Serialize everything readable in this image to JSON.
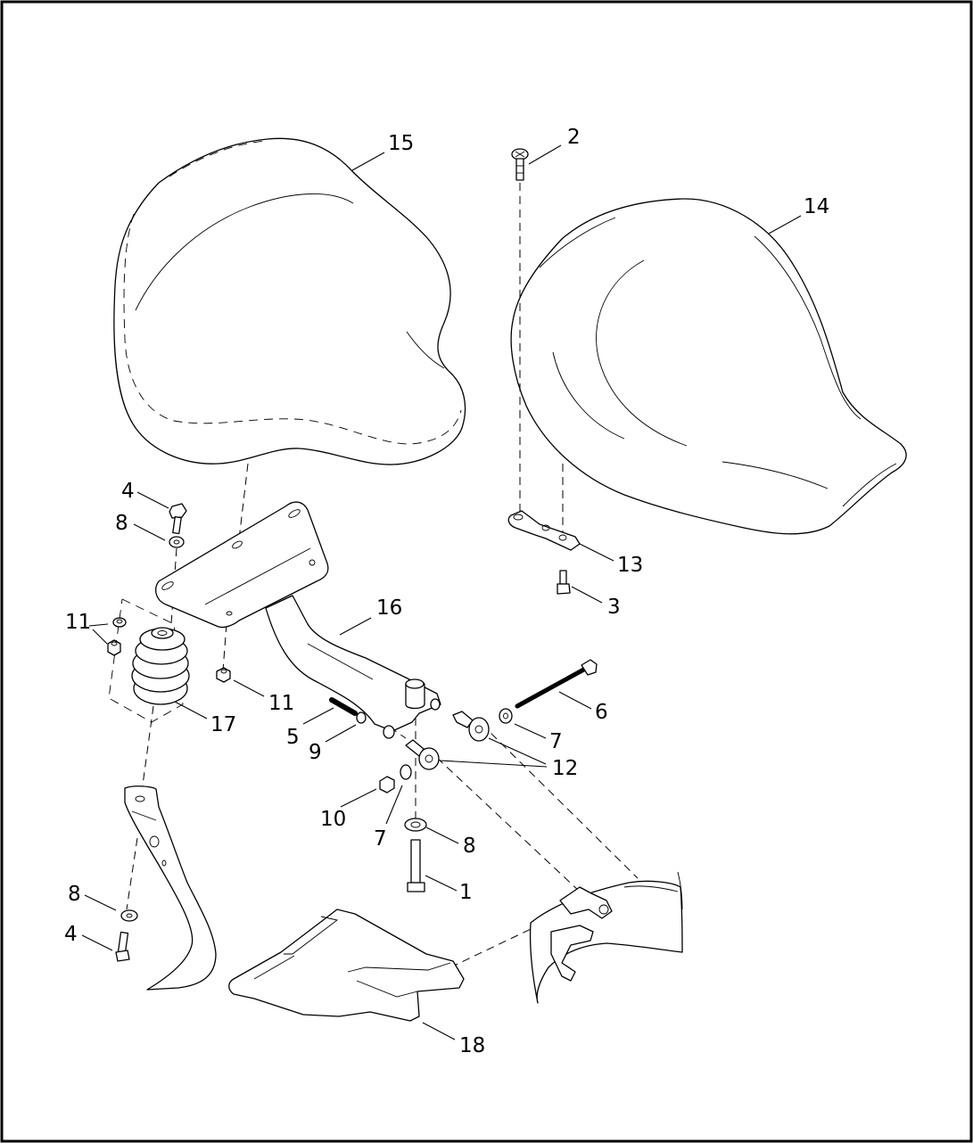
{
  "callouts": [
    {
      "id": "c15",
      "text": "15"
    },
    {
      "id": "c2",
      "text": "2"
    },
    {
      "id": "c14",
      "text": "14"
    },
    {
      "id": "c4a",
      "text": "4"
    },
    {
      "id": "c8a",
      "text": "8"
    },
    {
      "id": "c13",
      "text": "13"
    },
    {
      "id": "c3",
      "text": "3"
    },
    {
      "id": "c11a",
      "text": "11"
    },
    {
      "id": "c16",
      "text": "16"
    },
    {
      "id": "c11b",
      "text": "11"
    },
    {
      "id": "c17",
      "text": "17"
    },
    {
      "id": "c6",
      "text": "6"
    },
    {
      "id": "c5",
      "text": "5"
    },
    {
      "id": "c7a",
      "text": "7"
    },
    {
      "id": "c9",
      "text": "9"
    },
    {
      "id": "c12",
      "text": "12"
    },
    {
      "id": "c10",
      "text": "10"
    },
    {
      "id": "c7b",
      "text": "7"
    },
    {
      "id": "c8b",
      "text": "8"
    },
    {
      "id": "c1",
      "text": "1"
    },
    {
      "id": "c8c",
      "text": "8"
    },
    {
      "id": "c4b",
      "text": "4"
    },
    {
      "id": "c18",
      "text": "18"
    }
  ]
}
